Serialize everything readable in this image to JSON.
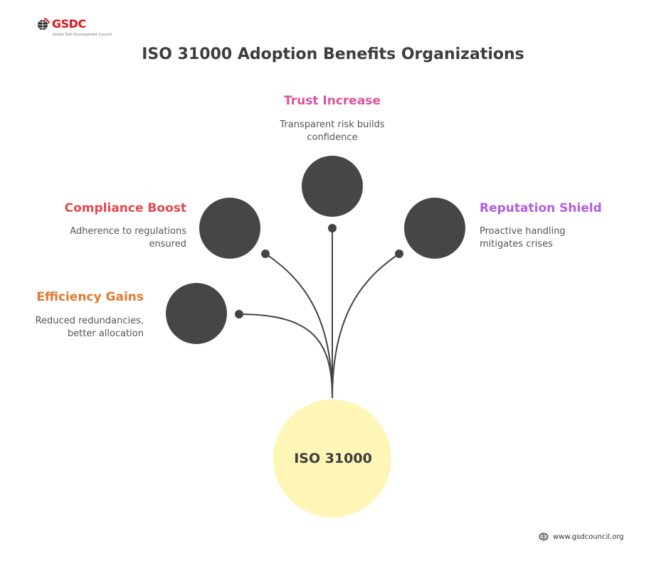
{
  "logo": {
    "text": "GSDC",
    "subtitle": "Global Skill Development Council"
  },
  "title": "ISO 31000 Adoption Benefits Organizations",
  "center": {
    "label": "ISO 31000"
  },
  "benefits": [
    {
      "title": "Trust Increase",
      "description": "Transparent risk builds confidence",
      "color": "#e0529c"
    },
    {
      "title": "Compliance Boost",
      "description": "Adherence to regulations ensured",
      "color": "#e5484d"
    },
    {
      "title": "Reputation Shield",
      "description": "Proactive handling mitigates crises",
      "color": "#b35ce0"
    },
    {
      "title": "Efficiency Gains",
      "description": "Reduced redundancies, better allocation",
      "color": "#e07a2e"
    }
  ],
  "footer": {
    "url": "www.gsdcouncil.org"
  }
}
